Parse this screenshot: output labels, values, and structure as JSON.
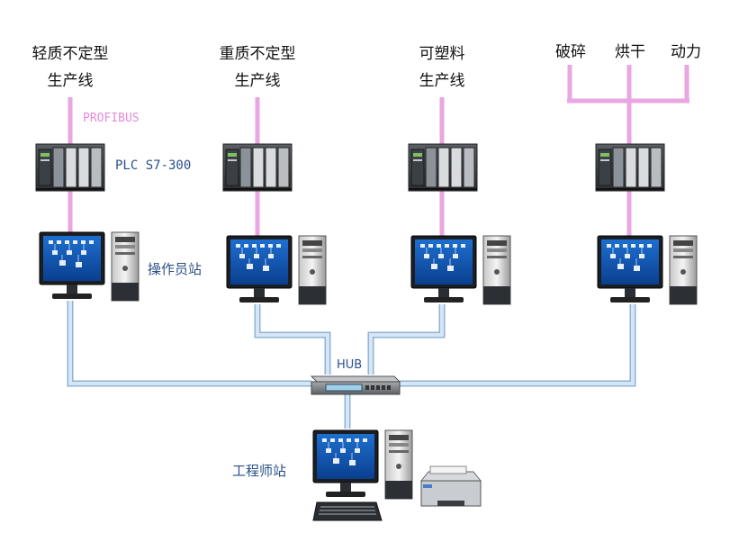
{
  "production_lines": [
    {
      "line1": "轻质不定型",
      "line2": "生产线"
    },
    {
      "line1": "重质不定型",
      "line2": "生产线"
    },
    {
      "line1": "可塑料",
      "line2": "生产线"
    }
  ],
  "aux_processes": [
    "破碎",
    "烘干",
    "动力"
  ],
  "labels": {
    "bus": "PROFIBUS",
    "plc": "PLC S7-300",
    "operator_station": "操作员站",
    "hub": "HUB",
    "engineer_station": "工程师站"
  },
  "colors": {
    "profibus_line": "#e9a6e0",
    "ethernet_line": "#b9d3ec",
    "ethernet_outline": "#8fb3d6"
  }
}
